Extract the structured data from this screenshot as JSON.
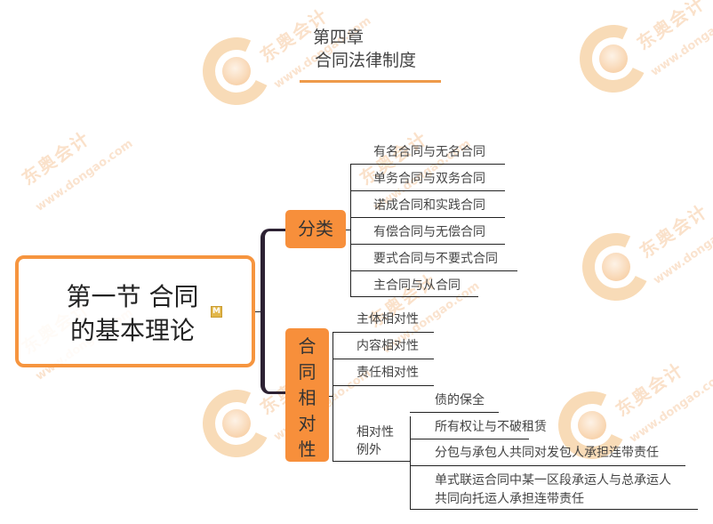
{
  "header": {
    "chapter": "第四章",
    "title": "合同法律制度"
  },
  "watermark": {
    "brand_text": "东奥会计",
    "url_text": "www.dongao.com"
  },
  "root": {
    "line1": "第一节 合同",
    "line2": "的基本理论",
    "note_badge": "M"
  },
  "branches": {
    "classification": {
      "label": "分类",
      "items": [
        "有名合同与无名合同",
        "单务合同与双务合同",
        "诺成合同和实践合同",
        "有偿合同与无偿合同",
        "要式合同与不要式合同",
        "主合同与从合同"
      ]
    },
    "relativity": {
      "label_chars": [
        "合",
        "同",
        "相",
        "对",
        "性"
      ],
      "items": [
        "主体相对性",
        "内容相对性",
        "责任相对性"
      ],
      "exceptions": {
        "label_line1": "相对性",
        "label_line2": "例外",
        "items": [
          "债的保全",
          "所有权让与不破租赁",
          "分包与承包人共同对发包人承担连带责任"
        ],
        "last_item_line1": "单式联运合同中某一区段承运人与总承运人",
        "last_item_line2": "共同向托运人承担连带责任"
      }
    }
  },
  "colors": {
    "accent_orange": "#f78f3b",
    "root_border": "#f6953f",
    "underline": "#ee9a4a",
    "connector": "#2d2233"
  }
}
